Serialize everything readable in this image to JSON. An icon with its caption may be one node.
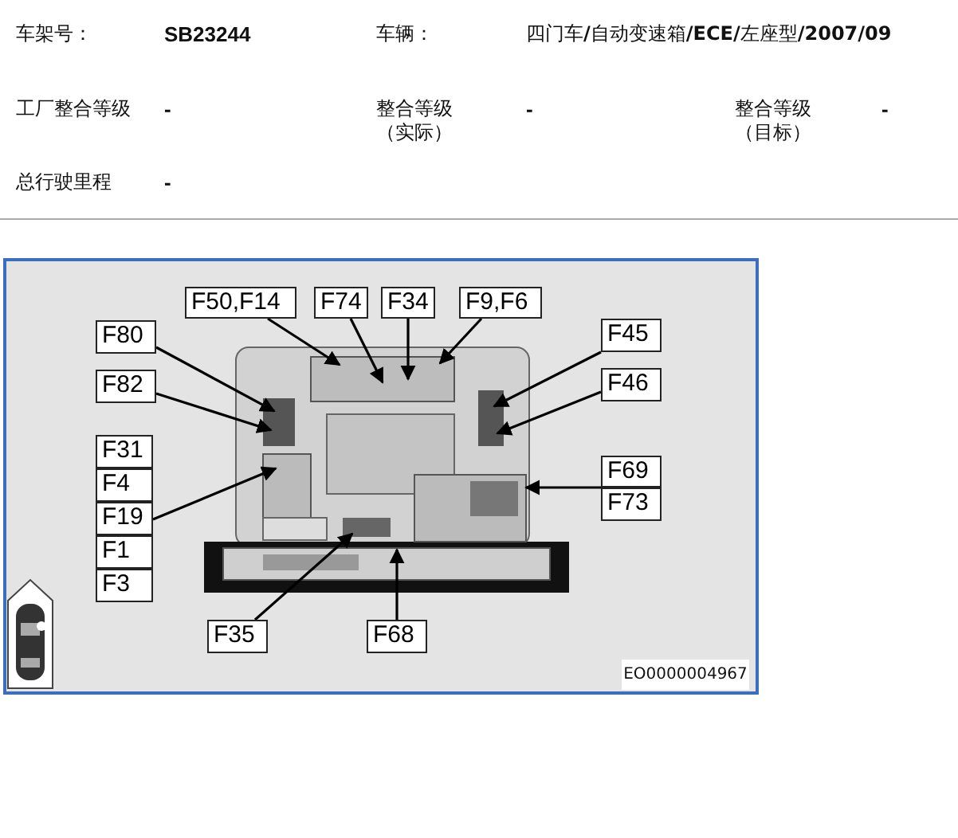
{
  "diagram": {
    "nodes": [
      {
        "text": [
          "F50,F14"
        ]
      },
      {
        "text": [
          "F74"
        ]
      },
      {
        "text": [
          "F34"
        ]
      },
      {
        "text": [
          "F9,F6"
        ]
      },
      {
        "text": [
          "F80"
        ]
      },
      {
        "text": [
          "F45"
        ]
      },
      {
        "text": [
          "F82"
        ]
      },
      {
        "text": [
          "F46"
        ]
      },
      {
        "text": [
          "F31"
        ]
      },
      {
        "text": [
          "F4"
        ]
      },
      {
        "text": [
          "F19"
        ]
      },
      {
        "text": [
          "F1"
        ]
      },
      {
        "text": [
          "F3"
        ]
      },
      {
        "text": [
          "F69"
        ]
      },
      {
        "text": [
          "F73"
        ]
      },
      {
        "text": [
          "F35"
        ]
      },
      {
        "text": [
          "F68"
        ]
      }
    ],
    "edges": [
      {
        "from": 0,
        "to": null,
        "arrow": "to"
      },
      {
        "from": 1,
        "to": null,
        "arrow": "to"
      },
      {
        "from": 2,
        "to": null,
        "arrow": "to"
      },
      {
        "from": 3,
        "to": null,
        "arrow": "to"
      },
      {
        "from": 4,
        "to": null,
        "arrow": "to"
      },
      {
        "from": 6,
        "to": null,
        "arrow": "to"
      },
      {
        "from": 5,
        "to": null,
        "arrow": "to"
      },
      {
        "from": 7,
        "to": null,
        "arrow": "to"
      },
      {
        "from": 10,
        "to": null,
        "arrow": "to"
      },
      {
        "from": 13,
        "to": null,
        "arrow": "to"
      },
      {
        "from": 14,
        "to": null,
        "arrow": "to"
      },
      {
        "from": 15,
        "to": null,
        "arrow": "to"
      },
      {
        "from": 16,
        "to": null,
        "arrow": "to"
      }
    ],
    "labels": [
      "车架号：",
      "SB23244",
      "车辆：",
      "四门车**/**自动变速箱**/ECE/**左座型**/2007/09**",
      "工厂整合等级",
      "-",
      "整合等级（实际）",
      "-",
      "整合等级（目标）",
      "-",
      "总行驶里程",
      "-",
      "EO0000004967"
    ]
  }
}
